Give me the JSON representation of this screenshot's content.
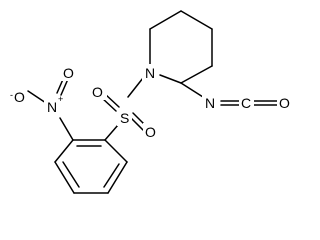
{
  "molecule": {
    "atoms": {
      "ring_nitrogen": "N",
      "isocyanate_nitrogen": "N",
      "isocyanate_carbon": "C",
      "isocyanate_oxygen": "O",
      "sulfur": "S",
      "sulfonyl_oxygen_left": "O",
      "sulfonyl_oxygen_right": "O",
      "nitro_nitrogen": "N",
      "nitro_nitrogen_charge": "+",
      "nitro_oxygen_top": "O",
      "nitro_oxygen_top_charge": "-"
    },
    "colors": {
      "bond": "#000000",
      "label": "#000000",
      "background": "#ffffff"
    }
  }
}
